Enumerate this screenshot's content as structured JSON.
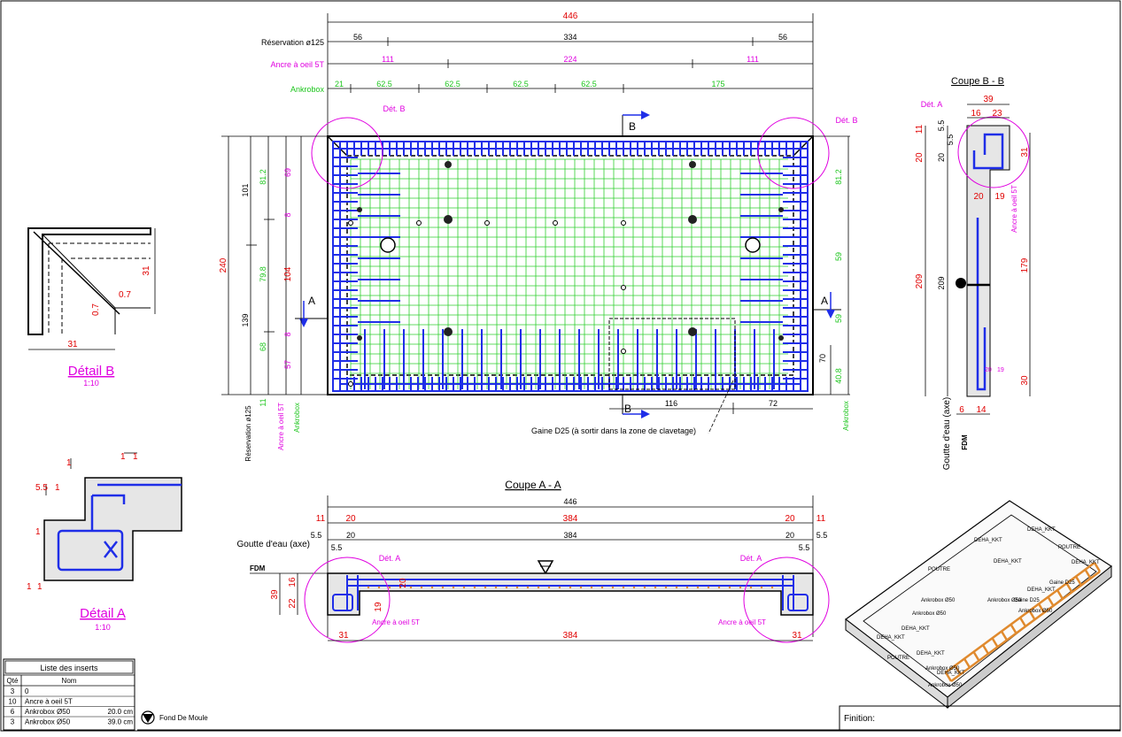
{
  "plan": {
    "overall_width": "446",
    "reservation_label": "Réservation ø125",
    "reservation_dims": [
      "56",
      "334",
      "56"
    ],
    "anchor_label": "Ancre à oeil 5T",
    "anchor_dims": [
      "111",
      "224",
      "111"
    ],
    "ankrobox_label": "Ankrobox",
    "ankrobox_dims": [
      "21",
      "62.5",
      "62.5",
      "62.5",
      "62.5",
      "175"
    ],
    "left_dims_black": [
      "101",
      "139"
    ],
    "left_total": "240",
    "left_dims_red": [
      "104"
    ],
    "left_dims_green": [
      "81.2",
      "79.8",
      "68",
      "11"
    ],
    "left_dims_mag": [
      "69",
      "8",
      "8",
      "57"
    ],
    "right_dims_green": [
      "81.2",
      "59",
      "59",
      "40.8"
    ],
    "right_dims_black": [
      "70"
    ],
    "bottom_dims": [
      "116",
      "72"
    ],
    "section_marker_b": "B",
    "section_marker_a": "A",
    "detail_b_tag": "Dét. B",
    "gaine_note": "Gaine D25 (à sortir dans la zone de clavetage)",
    "vertical_labels": [
      "Réservation ø125",
      "Ancre à oeil 5T",
      "Ankrobox"
    ]
  },
  "detail_b": {
    "title": "Détail B",
    "scale": "1:10",
    "dims": [
      "31",
      "0.7",
      "0.7",
      "31"
    ]
  },
  "detail_a": {
    "title": "Détail A",
    "scale": "1:10",
    "dims": [
      "1",
      "1",
      "1",
      "5.5",
      "1",
      "1",
      "1",
      "1"
    ]
  },
  "coupe_bb": {
    "title": "Coupe B - B",
    "det_a_tag": "Dét. A",
    "top_dims": [
      "39",
      "16",
      "23"
    ],
    "left_red": [
      "11",
      "20"
    ],
    "left_black": [
      "5.5",
      "5.5",
      "20"
    ],
    "under_dims": [
      "20",
      "19"
    ],
    "right_red": [
      "31",
      "179",
      "30"
    ],
    "anchor_label": "Ancre à oeil 5T",
    "left_tall_red": "209",
    "left_tall_black": "209",
    "bottom_small": [
      "20",
      "19"
    ],
    "bottom_dims": [
      "6",
      "14"
    ],
    "goutte_label": "Goutte d'eau (axe)",
    "fdm_label": "FDM"
  },
  "coupe_aa": {
    "title": "Coupe A - A",
    "overall": "446",
    "row1": [
      "11",
      "20",
      "384",
      "20",
      "11"
    ],
    "goutte_label": "Goutte d'eau (axe)",
    "row2_small": [
      "5.5",
      "5.5",
      "5.5",
      "5.5"
    ],
    "row2": [
      "20",
      "384",
      "20"
    ],
    "fdm_label": "FDM",
    "det_a_tag": "Dét. A",
    "left_dims": [
      "39",
      "16",
      "22",
      "19",
      "20"
    ],
    "anchor_label": "Ancre à oeil 5T",
    "bottom_dims": [
      "31",
      "384",
      "31"
    ]
  },
  "iso": {
    "labels": [
      "DEHA_KKT",
      "DEHA_KKT",
      "POUTRE",
      "DEHA_KKT",
      "DEHA_KKT",
      "Ankrobox Ø50",
      "Ankrobox Ø50",
      "Ankrobox Ø50",
      "DEHA_KKT",
      "Gaine D25",
      "Gaine D25",
      "DEHA_KKT",
      "Ankrobox Ø50",
      "DEHA_KKT",
      "POUTRE",
      "Ankrobox Ø50",
      "DEHA_KKT",
      "Ankrobox Ø50",
      "POUTRE",
      "DEHA_KKT"
    ]
  },
  "inserts_table": {
    "title": "Liste des inserts",
    "headers": [
      "Qté",
      "Nom"
    ],
    "rows": [
      {
        "qty": "3",
        "name": "0",
        "size": ""
      },
      {
        "qty": "10",
        "name": "Ancre à oeil 5T",
        "size": ""
      },
      {
        "qty": "6",
        "name": "Ankrobox Ø50",
        "size": "20.0 cm"
      },
      {
        "qty": "3",
        "name": "Ankrobox Ø50",
        "size": "39.0 cm"
      }
    ]
  },
  "legend": {
    "fond_de_moule": "Fond De Moule"
  },
  "title_block": {
    "finition_label": "Finition:"
  },
  "colors": {
    "rebar": "#1f2ee8",
    "mesh": "#2fcf2f",
    "dims_red": "#e00000",
    "anchor_mag": "#e000e0"
  }
}
